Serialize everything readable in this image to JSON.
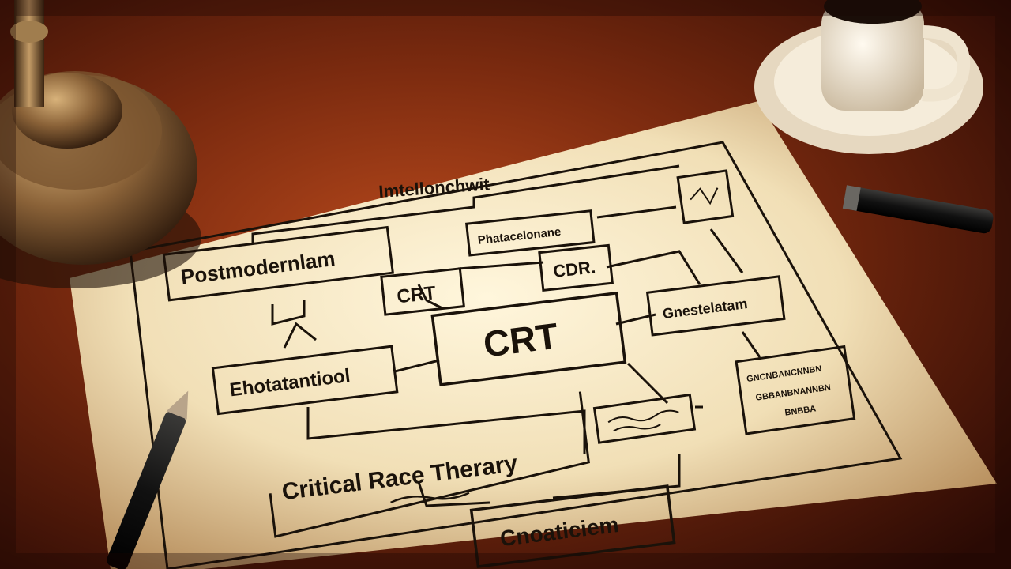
{
  "diagram": {
    "heading": "Imtellonchwit",
    "nodes": {
      "postmodernism": "Postmodernlam",
      "top_middle": "Phatacelonane",
      "crt_small": "CRT",
      "cdr": "CDR.",
      "crt_center": "CRT",
      "gnestelatam": "Gnestelatam",
      "ehotatantiool": "Ehotatantiool",
      "crt_full": "Critical Race Therary",
      "cnoaticiem": "Cnoaticiem",
      "note_box_lines": [
        "GNCNBANCNNBN",
        "GBBANBNANNBN",
        "BNBBA"
      ]
    }
  }
}
